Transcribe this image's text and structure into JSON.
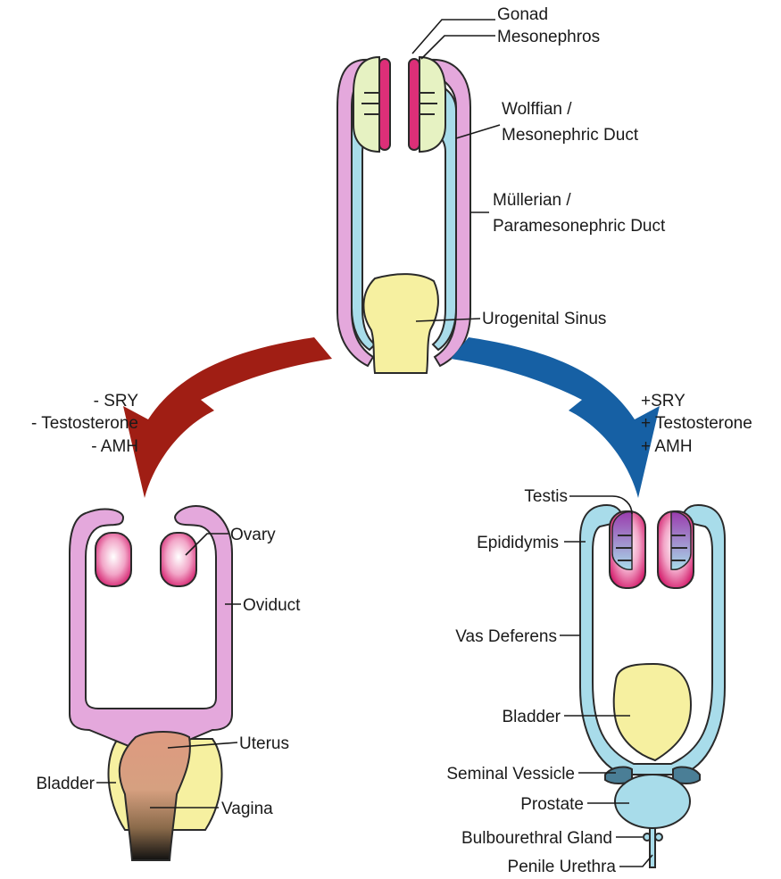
{
  "labels": {
    "gonad": "Gonad",
    "mesonephros": "Mesonephros",
    "wolffian_1": "Wolffian /",
    "wolffian_2": "Mesonephric Duct",
    "mullerian_1": "Müllerian /",
    "mullerian_2": "Paramesonephric Duct",
    "urogenital_sinus": "Urogenital Sinus",
    "female_cond_1": "- SRY",
    "female_cond_2": "- Testosterone",
    "female_cond_3": "- AMH",
    "male_cond_1": "+SRY",
    "male_cond_2": "+ Testosterone",
    "male_cond_3": "+ AMH",
    "ovary": "Ovary",
    "oviduct": "Oviduct",
    "uterus": "Uterus",
    "bladder_female": "Bladder",
    "vagina": "Vagina",
    "testis": "Testis",
    "epididymis": "Epididymis",
    "vas_deferens": "Vas Deferens",
    "bladder_male": "Bladder",
    "seminal_vesicle": "Seminal Vessicle",
    "prostate": "Prostate",
    "bulbourethral_gland": "Bulbourethral Gland",
    "penile_urethra": "Penile Urethra"
  },
  "colors": {
    "mullerian_pink": "#e4a8dc",
    "wolffian_blue": "#a8dcea",
    "mesonephros_green": "#e6f2c2",
    "gonad_magenta": "#dc2f78",
    "sinus_yellow": "#f6f0a0",
    "female_arrow": "#a01e14",
    "male_arrow": "#1660a4",
    "uterus_orange": "#de9a80",
    "seminal_vesicle": "#4a7e96"
  }
}
